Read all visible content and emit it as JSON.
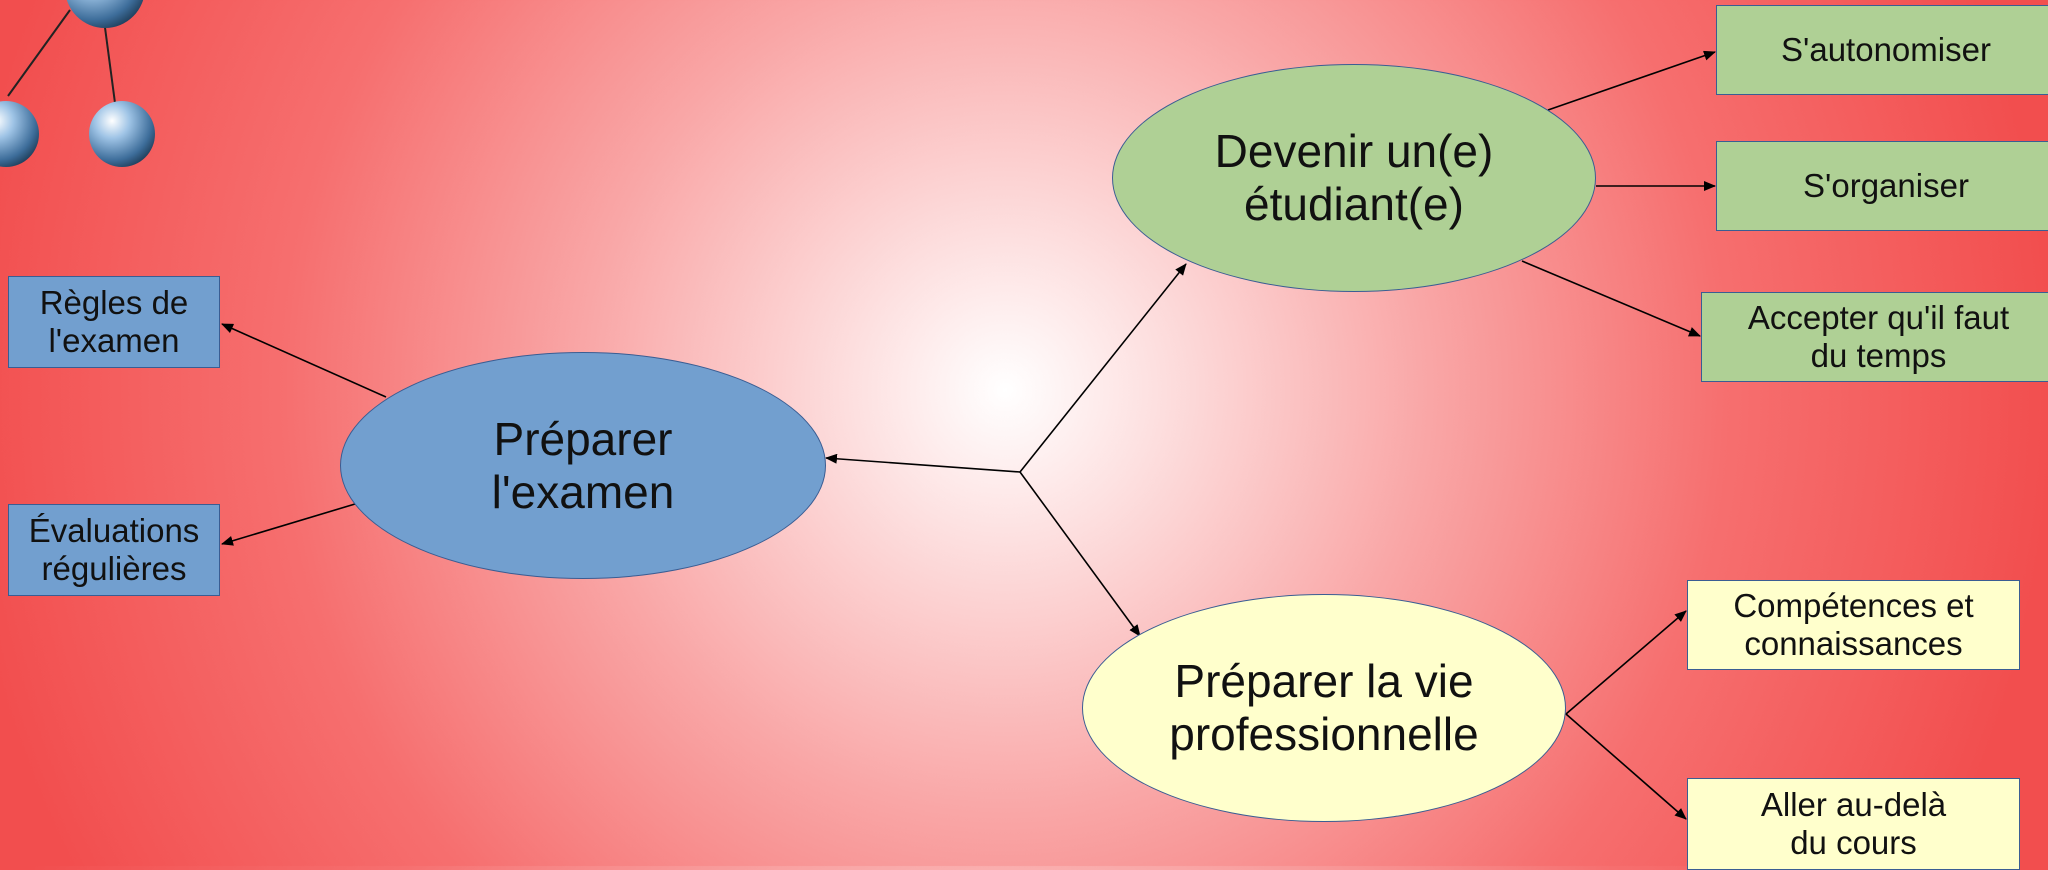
{
  "colors": {
    "blue": "#729fcf",
    "green": "#afd095",
    "yellow": "#ffffcc",
    "background_center": "#ffffff",
    "background_edge": "#f24e4e"
  },
  "nodes": {
    "center_left": "Préparer\nl'examen",
    "center_top": "Devenir un(e)\nétudiant(e)",
    "center_bottom": "Préparer la vie\nprofessionnelle"
  },
  "branches": {
    "regles": "Règles de\nl'examen",
    "evaluations": "Évaluations\nrégulières",
    "autonomiser": "S'autonomiser",
    "organiser": "S'organiser",
    "accepter": "Accepter qu'il faut\ndu temps",
    "competences": "Compétences et\nconnaissances",
    "aller": "Aller au-delà\ndu cours"
  }
}
